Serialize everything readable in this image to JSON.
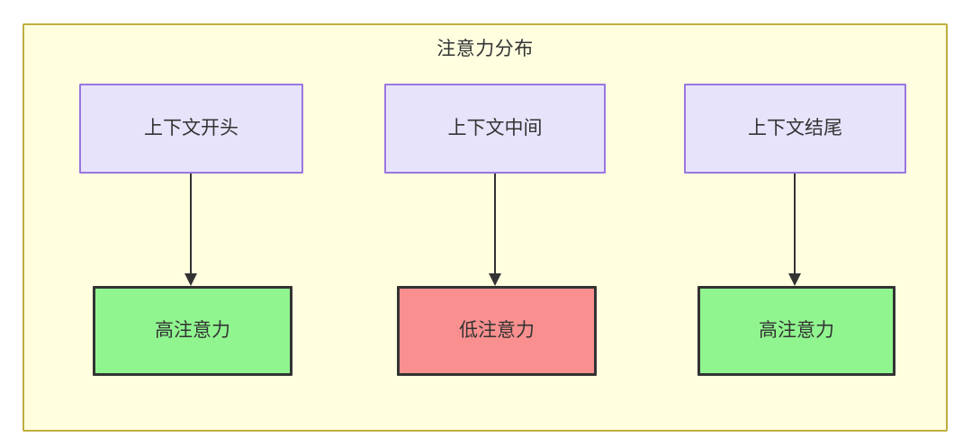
{
  "diagram": {
    "type": "flowchart",
    "title": "注意力分布",
    "background": "#ffffff",
    "cluster": {
      "fill": "#ffffe0",
      "stroke": "#bfae3f"
    },
    "nodes": [
      {
        "id": "ctx-start",
        "label": "上下文开头",
        "row": "top",
        "fill": "#e7e3fb",
        "stroke": "#9a76e0"
      },
      {
        "id": "ctx-middle",
        "label": "上下文中间",
        "row": "top",
        "fill": "#e7e3fb",
        "stroke": "#9a76e0"
      },
      {
        "id": "ctx-end",
        "label": "上下文结尾",
        "row": "top",
        "fill": "#e7e3fb",
        "stroke": "#9a76e0"
      },
      {
        "id": "attn-start",
        "label": "高注意力",
        "row": "bottom",
        "fill": "#90f58f",
        "stroke": "#333333"
      },
      {
        "id": "attn-middle",
        "label": "低注意力",
        "row": "bottom",
        "fill": "#f9908f",
        "stroke": "#333333"
      },
      {
        "id": "attn-end",
        "label": "高注意力",
        "row": "bottom",
        "fill": "#90f58f",
        "stroke": "#333333"
      }
    ],
    "edges": [
      {
        "from": "ctx-start",
        "to": "attn-start",
        "label": "",
        "arrow": "down"
      },
      {
        "from": "ctx-middle",
        "to": "attn-middle",
        "label": "",
        "arrow": "down"
      },
      {
        "from": "ctx-end",
        "to": "attn-end",
        "label": "",
        "arrow": "down"
      }
    ]
  }
}
